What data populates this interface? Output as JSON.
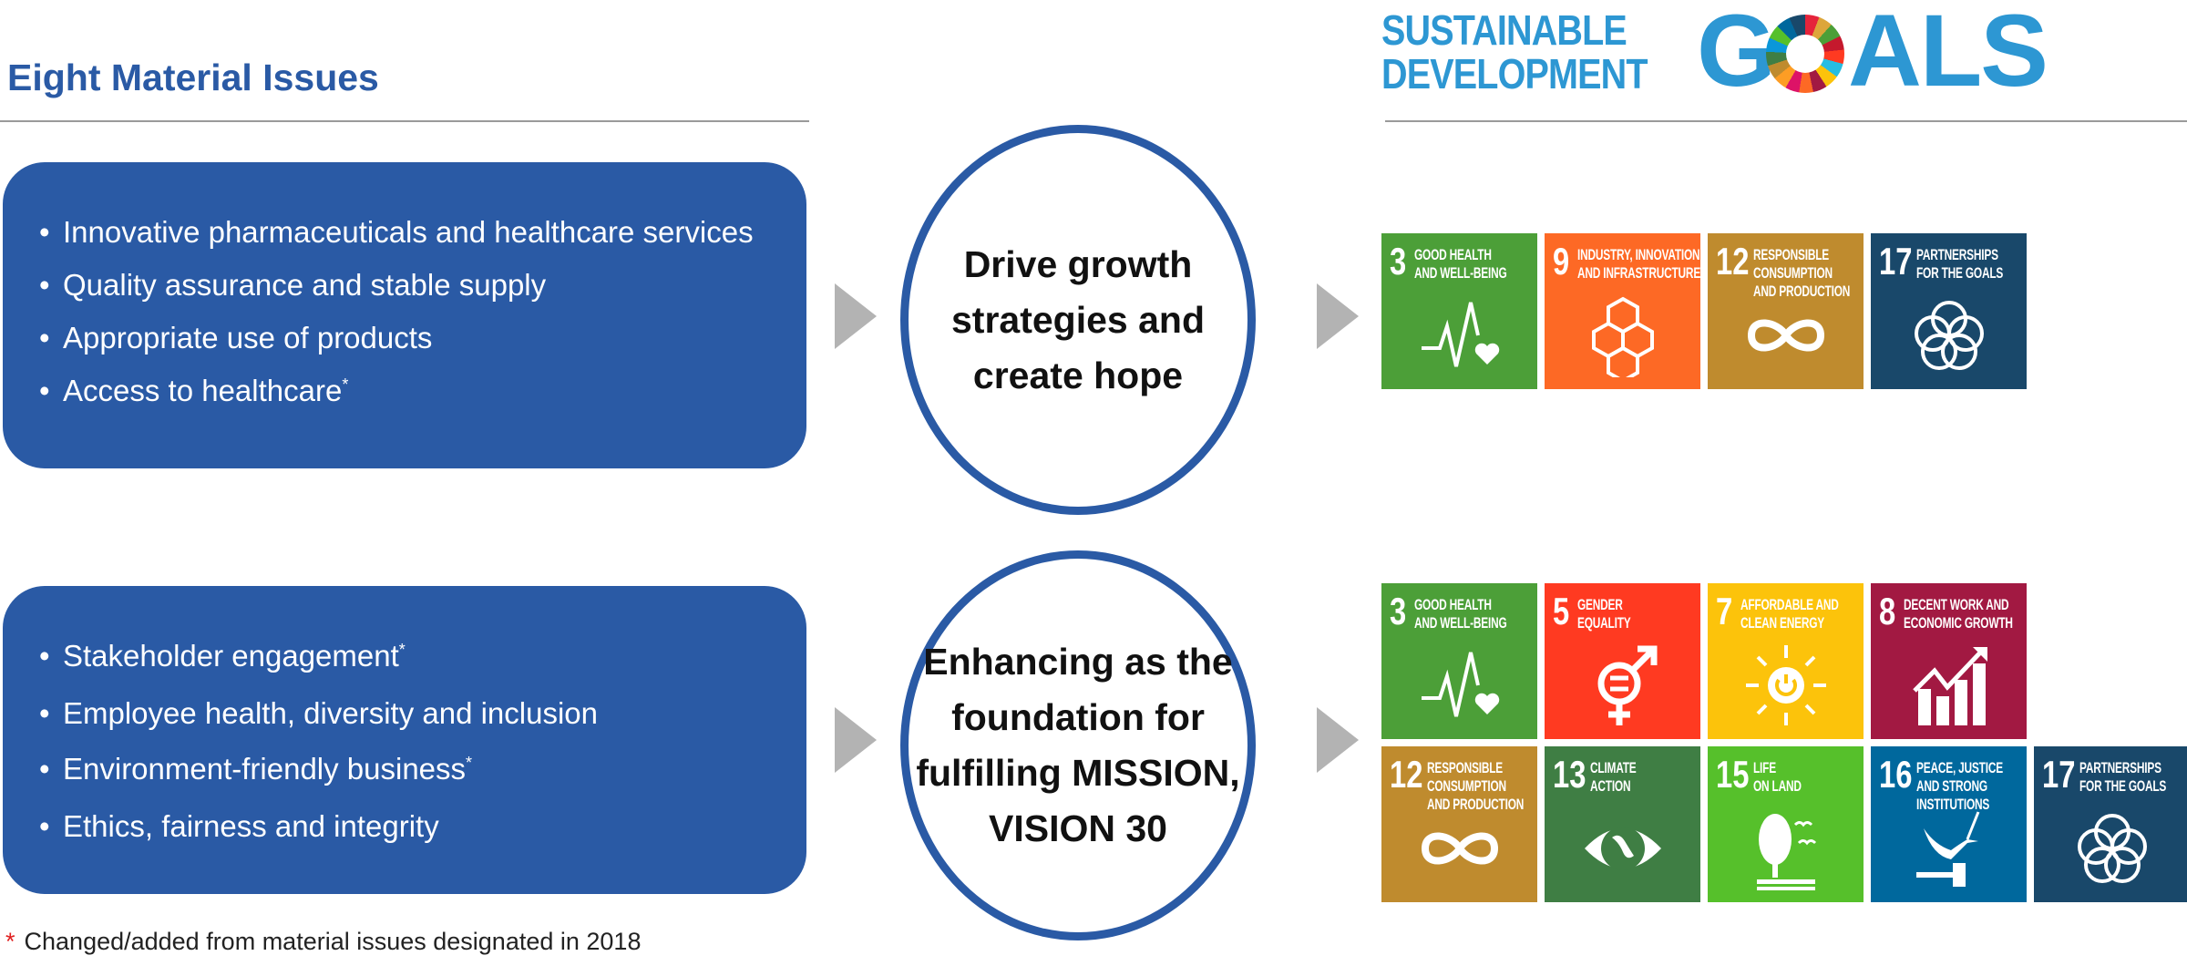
{
  "title": "Eight Material Issues",
  "logo": {
    "line1": "SUSTAINABLE",
    "line2": "DEVELOPMENT",
    "g": "G",
    "rest": "ALS"
  },
  "group1": {
    "items": [
      {
        "text": "Innovative pharmaceuticals and healthcare services",
        "mark": ""
      },
      {
        "text": "Quality assurance and stable supply",
        "mark": ""
      },
      {
        "text": "Appropriate use of products",
        "mark": ""
      },
      {
        "text": "Access to healthcare",
        "mark": "*"
      }
    ],
    "circle": "Drive growth strategies and create hope",
    "sdgs": [
      {
        "num": "3",
        "label": "GOOD HEALTH\nAND WELL-BEING",
        "color": "#4c9f38",
        "icon": "heartbeat-icon"
      },
      {
        "num": "9",
        "label": "INDUSTRY, INNOVATION\nAND INFRASTRUCTURE",
        "color": "#fd6925",
        "icon": "cubes-icon"
      },
      {
        "num": "12",
        "label": "RESPONSIBLE\nCONSUMPTION\nAND PRODUCTION",
        "color": "#bf8b2e",
        "icon": "infinity-icon"
      },
      {
        "num": "17",
        "label": "PARTNERSHIPS\nFOR THE GOALS",
        "color": "#19486a",
        "icon": "rings-icon"
      }
    ]
  },
  "group2": {
    "items": [
      {
        "text": "Stakeholder engagement",
        "mark": "*"
      },
      {
        "text": "Employee health, diversity and inclusion",
        "mark": ""
      },
      {
        "text": "Environment-friendly business",
        "mark": "*"
      },
      {
        "text": "Ethics, fairness and integrity",
        "mark": ""
      }
    ],
    "circle": "Enhancing as the foundation for fulfilling MISSION, VISION 30",
    "sdgs": [
      {
        "num": "3",
        "label": "GOOD HEALTH\nAND WELL-BEING",
        "color": "#4c9f38",
        "icon": "heartbeat-icon"
      },
      {
        "num": "5",
        "label": "GENDER\nEQUALITY",
        "color": "#ff3a21",
        "icon": "gender-icon"
      },
      {
        "num": "7",
        "label": "AFFORDABLE AND\nCLEAN ENERGY",
        "color": "#fcc30b",
        "icon": "sun-power-icon"
      },
      {
        "num": "8",
        "label": "DECENT WORK AND\nECONOMIC GROWTH",
        "color": "#a21942",
        "icon": "growth-chart-icon"
      },
      {
        "num": "12",
        "label": "RESPONSIBLE\nCONSUMPTION\nAND PRODUCTION",
        "color": "#bf8b2e",
        "icon": "infinity-icon"
      },
      {
        "num": "13",
        "label": "CLIMATE\nACTION",
        "color": "#3f7e44",
        "icon": "earth-eye-icon"
      },
      {
        "num": "15",
        "label": "LIFE\nON LAND",
        "color": "#56c02b",
        "icon": "tree-icon"
      },
      {
        "num": "16",
        "label": "PEACE, JUSTICE\nAND STRONG\nINSTITUTIONS",
        "color": "#00689d",
        "icon": "dove-gavel-icon"
      },
      {
        "num": "17",
        "label": "PARTNERSHIPS\nFOR THE GOALS",
        "color": "#19486a",
        "icon": "rings-icon"
      }
    ]
  },
  "footnote": {
    "star": "*",
    "text": "Changed/added from material issues designated in 2018"
  }
}
